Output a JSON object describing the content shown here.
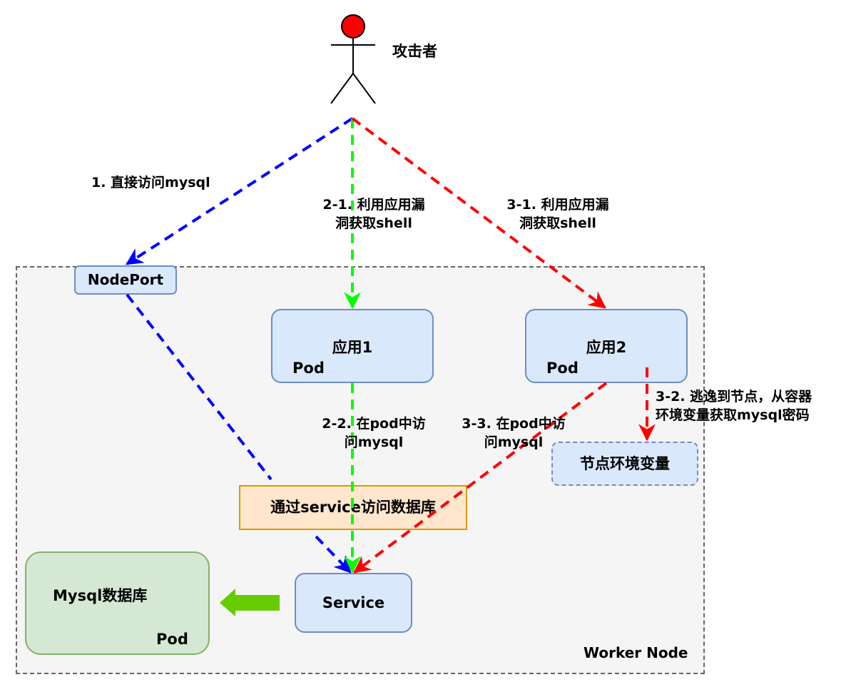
{
  "actor": {
    "label": "攻击者",
    "head_color": "#ff0000"
  },
  "worker_node": {
    "label": "Worker Node"
  },
  "nodes": {
    "nodeport": {
      "label": "NodePort"
    },
    "app1": {
      "title": "应用1",
      "sub": "Pod"
    },
    "app2": {
      "title": "应用2",
      "sub": "Pod"
    },
    "service": {
      "label": "Service"
    },
    "mysql": {
      "title": "Mysql数据库",
      "sub": "Pod"
    },
    "node_env": {
      "label": "节点环境变量"
    },
    "via_service": {
      "label": "通过service访问数据库"
    }
  },
  "edges": {
    "step1": {
      "label": "1. 直接访问mysql",
      "color": "#0000ff"
    },
    "step2_1": {
      "line1": "2-1. 利用应用漏",
      "line2": "洞获取shell",
      "color": "#00ff00"
    },
    "step2_2": {
      "line1": "2-2. 在pod中访",
      "line2": "问mysql",
      "color": "#00ff00"
    },
    "step3_1": {
      "line1": "3-1. 利用应用漏",
      "line2": "洞获取shell",
      "color": "#ff0000"
    },
    "step3_2": {
      "line1": "3-2. 逃逸到节点，从容器",
      "line2": "环境变量获取mysql密码",
      "color": "#ff0000"
    },
    "step3_3": {
      "line1": "3-3. 在pod中访",
      "line2": "问mysql",
      "color": "#ff0000"
    }
  },
  "colors": {
    "pod_fill": "#dae8fc",
    "pod_stroke": "#6c8ebf",
    "mysql_fill": "#d5e8d4",
    "mysql_stroke": "#82b366",
    "service_note_fill": "#ffe6cc",
    "service_note_stroke": "#d79b00",
    "big_arrow": "#66cc00"
  }
}
